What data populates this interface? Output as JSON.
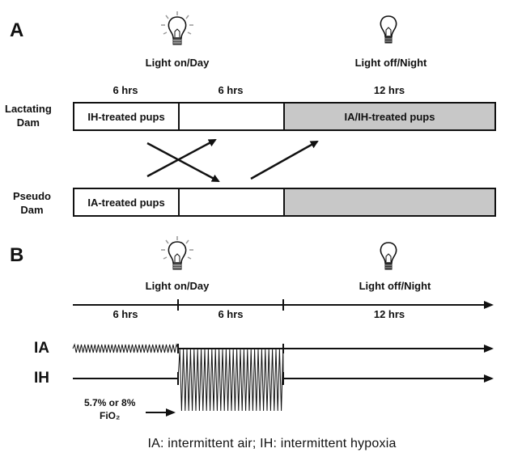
{
  "panel_a": {
    "label": "A",
    "light_on": "Light on/Day",
    "light_off": "Light off/Night",
    "durations": [
      "6 hrs",
      "6 hrs",
      "12 hrs"
    ],
    "rows": [
      {
        "label_line1": "Lactating",
        "label_line2": "Dam",
        "box1": "IH-treated pups",
        "box3": "IA/IH-treated pups"
      },
      {
        "label_line1": "Pseudo",
        "label_line2": "Dam",
        "box1": "IA-treated pups",
        "box3": ""
      }
    ],
    "icons": [
      "lightbulb-on-icon",
      "lightbulb-off-icon"
    ]
  },
  "panel_b": {
    "label": "B",
    "light_on": "Light on/Day",
    "light_off": "Light off/Night",
    "durations": [
      "6 hrs",
      "6 hrs",
      "12 hrs"
    ],
    "series": [
      {
        "name": "IA"
      },
      {
        "name": "IH"
      }
    ],
    "annotation_line1": "5.7% or 8%",
    "annotation_line2": "FiO₂"
  },
  "footer": "IA: intermittent air; IH: intermittent hypoxia",
  "colors": {
    "night_fill": "#c8c8c8",
    "line": "#111111"
  }
}
